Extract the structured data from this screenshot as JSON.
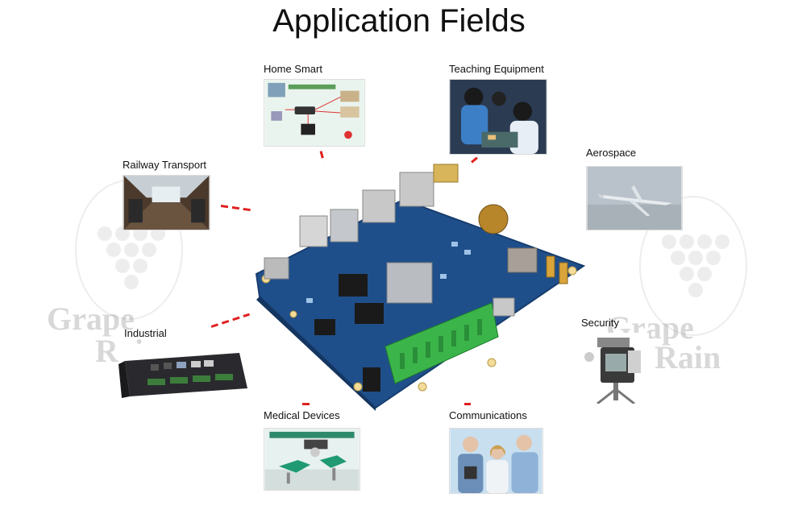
{
  "title": "Application Fields",
  "watermark": {
    "word1": "Grape",
    "word2": "Rain"
  },
  "fields": [
    {
      "key": "home",
      "label": "Home Smart"
    },
    {
      "key": "teaching",
      "label": "Teaching Equipment"
    },
    {
      "key": "railway",
      "label": "Railway Transport"
    },
    {
      "key": "aerospace",
      "label": "Aerospace"
    },
    {
      "key": "industrial",
      "label": "Industrial"
    },
    {
      "key": "security",
      "label": "Security"
    },
    {
      "key": "medical",
      "label": "Medical Devices"
    },
    {
      "key": "communications",
      "label": "Communications"
    }
  ],
  "colors": {
    "connector": "#e02020",
    "board": "#1f4f8a",
    "terminal": "#3bb54a"
  }
}
